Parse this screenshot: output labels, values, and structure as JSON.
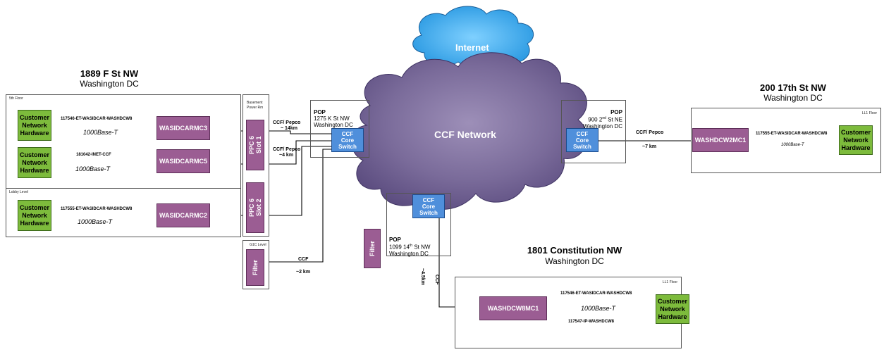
{
  "colors": {
    "hardware_green": "#7dbb3c",
    "equipment_purple": "#9b5d93",
    "switch_blue": "#4f8fdb",
    "cloud_purple": "#7a6b9a",
    "internet_blue": "#35a6e8",
    "circuit_red": "#e8202a"
  },
  "clouds": {
    "internet": "Internet",
    "ccf_network": "CCF Network"
  },
  "site_1889": {
    "title": "1889 F St NW",
    "subtitle": "Washington DC",
    "floor_5": "5th Floor",
    "floor_lobby": "Lobby Level",
    "links": [
      {
        "hardware": "Customer\nNetwork\nHardware",
        "circuit": "117546-ET-WASIDCAR-WASHDCW8",
        "speed": "1000Base-T",
        "device": "WASIDCARMC3"
      },
      {
        "hardware": "Customer\nNetwork\nHardware",
        "circuit": "181042-INET-CCF",
        "speed": "1000Base-T",
        "device": "WASIDCARMC5"
      },
      {
        "hardware": "Customer\nNetwork\nHardware",
        "circuit": "117555-ET-WASIDCAR-WASHDCW8",
        "speed": "1000Base-T",
        "device": "WASIDCARMC2"
      }
    ]
  },
  "basement": {
    "label": "Basement\nPower Rm",
    "ppc_slot1": "PPC 6\nSlot 1",
    "ppc_slot2": "PPC 6\nSlot 2"
  },
  "g1c": {
    "label": "G1C Level",
    "filter": "Filter"
  },
  "pop_k": {
    "title": "POP",
    "address": "1275 K St NW\nWashington DC",
    "switch": "CCF\nCore\nSwitch"
  },
  "pop_2nd": {
    "title": "POP",
    "address_line1": "900 2",
    "address_sup": "nd",
    "address_line1_rest": " St NE",
    "address_line2": "Washington DC",
    "switch": "CCF\nCore\nSwitch"
  },
  "pop_14th": {
    "title": "POP",
    "address_line1": "1099 14",
    "address_sup": "th",
    "address_line1_rest": " St NW",
    "address_line2": "Washington DC",
    "switch": "CCF\nCore\nSwitch",
    "filter": "Filter"
  },
  "fiber_labels": {
    "mc3_carrier": "CCF/ Pepco",
    "mc3_dist": "~ 14km",
    "mc5_carrier": "CCF/ Pepco",
    "mc5_dist": "~4 km",
    "g1c_carrier": "CCF",
    "g1c_dist": "~2 km",
    "east_carrier": "CCF/ Pepco",
    "east_dist": "~7 km",
    "south_carrier": "CCF",
    "south_dist": "~4.5km"
  },
  "site_200": {
    "title": "200 17th St NW",
    "subtitle": "Washington DC",
    "floor": "LL1 Floor",
    "device": "WASHDCW2MC1",
    "circuit": "117555-ET-WASIDCAR-WASHDCW8",
    "speed": "1000Base-T",
    "hardware": "Customer\nNetwork\nHardware"
  },
  "site_1801": {
    "title": "1801 Constitution NW",
    "subtitle": "Washington DC",
    "floor": "LL1 Floor",
    "device": "WASHDCW8MC1",
    "circuit_top": "117546-ET-WASIDCAR-WASHDCW8",
    "speed": "1000Base-T",
    "circuit_bottom": "117547-IP-WASHDCW8",
    "hardware": "Customer\nNetwork\nHardware"
  }
}
